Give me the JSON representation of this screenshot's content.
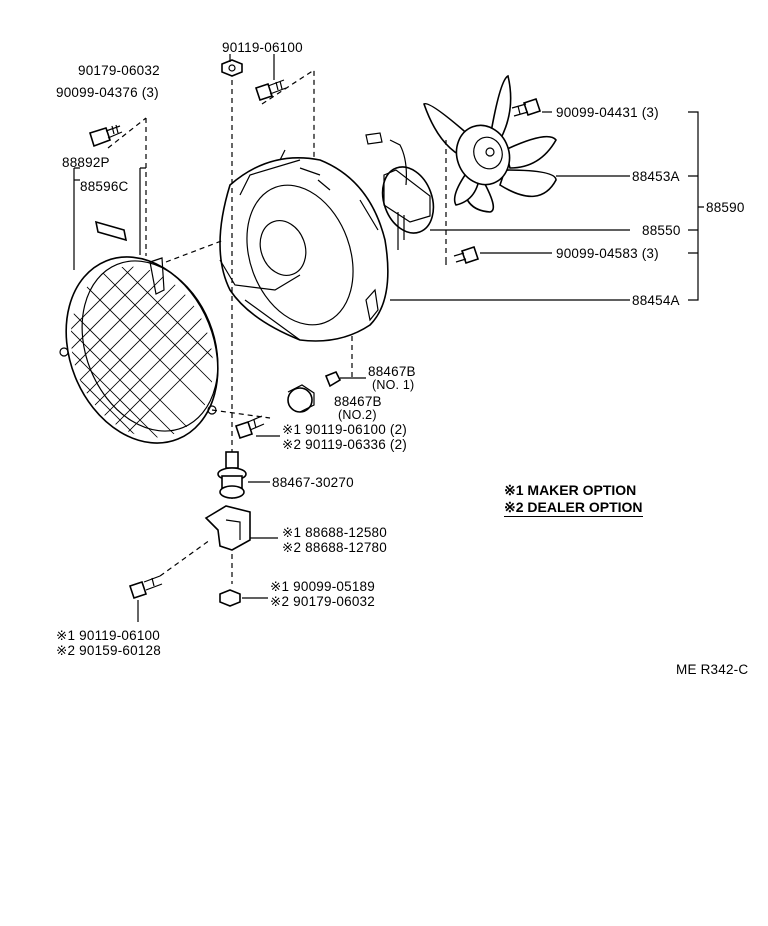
{
  "labels": {
    "p_90119_06100_top": "90119-06100",
    "p_90179_06032_top": "90179-06032",
    "p_90099_04376": "90099-04376 (3)",
    "p_88892p": "88892P",
    "p_88596c": "88596C",
    "p_90099_04431": "90099-04431 (3)",
    "p_88453a": "88453A",
    "p_88590": "88590",
    "p_88550": "88550",
    "p_90099_04583": "90099-04583 (3)",
    "p_88454a": "88454A",
    "p_88467b_1": "88467B",
    "p_no1": "(NO. 1)",
    "p_88467b_2": "88467B",
    "p_no2": "(NO.2)",
    "p_bolt_opt1": "※1  90119-06100 (2)",
    "p_bolt_opt2": "※2  90119-06336 (2)",
    "p_88467_30270": "88467-30270",
    "p_bracket_opt1": "※1  88688-12580",
    "p_bracket_opt2": "※2  88688-12780",
    "p_nut_opt1": "※1  90099-05189",
    "p_nut_opt2": "※2  90179-06032",
    "p_lower_opt1": "※1  90119-06100",
    "p_lower_opt2": "※2  90159-60128",
    "ref_code": "ME R342-C"
  },
  "legend": {
    "maker": "※1 MAKER OPTION",
    "dealer": "※2 DEALER OPTION"
  }
}
